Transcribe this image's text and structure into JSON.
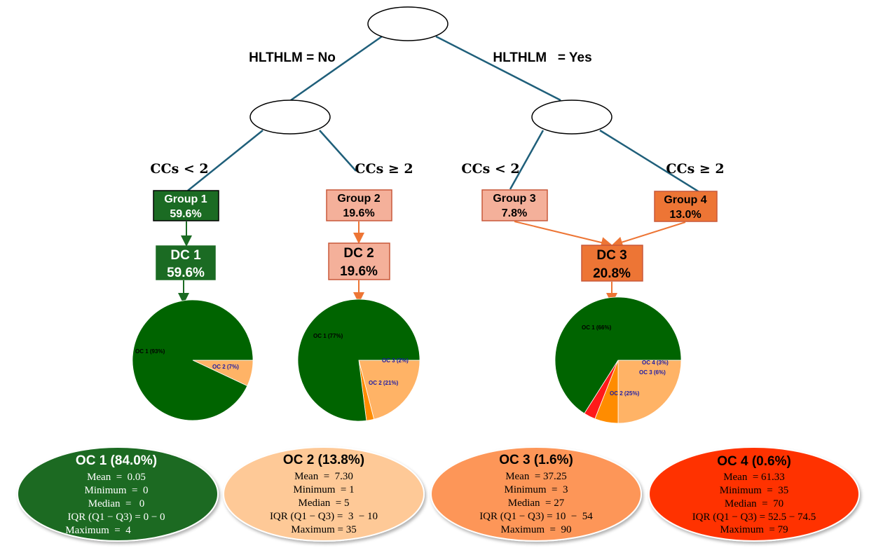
{
  "branches": {
    "top_left": "HLTHLM = No",
    "top_right": "HLTHLM   = Yes",
    "cc_lt": "CCs < 2",
    "cc_ge": "CCs ≥ 2"
  },
  "groups": [
    {
      "name": "Group 1",
      "pct": "59.6%",
      "color": "#1b6b23",
      "text": "#ffffff"
    },
    {
      "name": "Group 2",
      "pct": "19.6%",
      "color": "#f4b09a",
      "text": "#000000"
    },
    {
      "name": "Group 3",
      "pct": "7.8%",
      "color": "#f4b09a",
      "text": "#000000"
    },
    {
      "name": "Group 4",
      "pct": "13.0%",
      "color": "#ed7535",
      "text": "#000000"
    }
  ],
  "dcs": [
    {
      "name": "DC 1",
      "pct": "59.6%",
      "color": "#1b6b23",
      "text": "#ffffff"
    },
    {
      "name": "DC 2",
      "pct": "19.6%",
      "color": "#f4b09a",
      "text": "#000000"
    },
    {
      "name": "DC 3",
      "pct": "20.8%",
      "color": "#ed7535",
      "text": "#000000"
    }
  ],
  "pies": [
    {
      "slices": [
        {
          "label": "OC 1 (93%)",
          "value": 93,
          "color": "#006400"
        },
        {
          "label": "OC 2 (7%)",
          "value": 7,
          "color": "#ffb366"
        }
      ]
    },
    {
      "slices": [
        {
          "label": "OC 1 (77%)",
          "value": 77,
          "color": "#006400"
        },
        {
          "label": "OC 2 (21%)",
          "value": 21,
          "color": "#ffb366"
        },
        {
          "label": "OC 3 (2%)",
          "value": 2,
          "color": "#ff8c00"
        }
      ]
    },
    {
      "slices": [
        {
          "label": "OC 1 (66%)",
          "value": 66,
          "color": "#006400"
        },
        {
          "label": "OC 2 (25%)",
          "value": 25,
          "color": "#ffb366"
        },
        {
          "label": "OC 3 (6%)",
          "value": 6,
          "color": "#ff8c00"
        },
        {
          "label": "OC 4 (3%)",
          "value": 3,
          "color": "#ff1a1a"
        }
      ]
    }
  ],
  "outcomes": [
    {
      "title": "OC 1 (84.0%)",
      "fill": "#1b6b23",
      "text": "#ffffff",
      "lines": [
        "Mean  =  0.05",
        "Minimum  =  0",
        "Median  =   0",
        "IQR (Q1 − Q3) = 0 − 0",
        "Maximum  =  4"
      ]
    },
    {
      "title": "OC 2 (13.8%)",
      "fill": "#fec997",
      "text": "#000000",
      "lines": [
        "Mean  =  7.30",
        "Minimum  = 1",
        "Median  = 5",
        "IQR (Q1 − Q3) =  3  − 10",
        "Maximum = 35"
      ]
    },
    {
      "title": "OC 3 (1.6%)",
      "fill": "#fd9658",
      "text": "#000000",
      "lines": [
        "Mean  = 37.25",
        "Minimum  =  3",
        "Median  = 27",
        "IQR (Q1 − Q3) = 10  −  54",
        "Maximum  =  90"
      ]
    },
    {
      "title": "OC 4 (0.6%)",
      "fill": "#ff3300",
      "text": "#000000",
      "lines": [
        "Mean  = 61.33",
        "Minimum  =  35",
        "Median  =  70",
        "IQR (Q1 − Q3) = 52.5 − 74.5",
        "Maximum  = 79"
      ]
    }
  ]
}
